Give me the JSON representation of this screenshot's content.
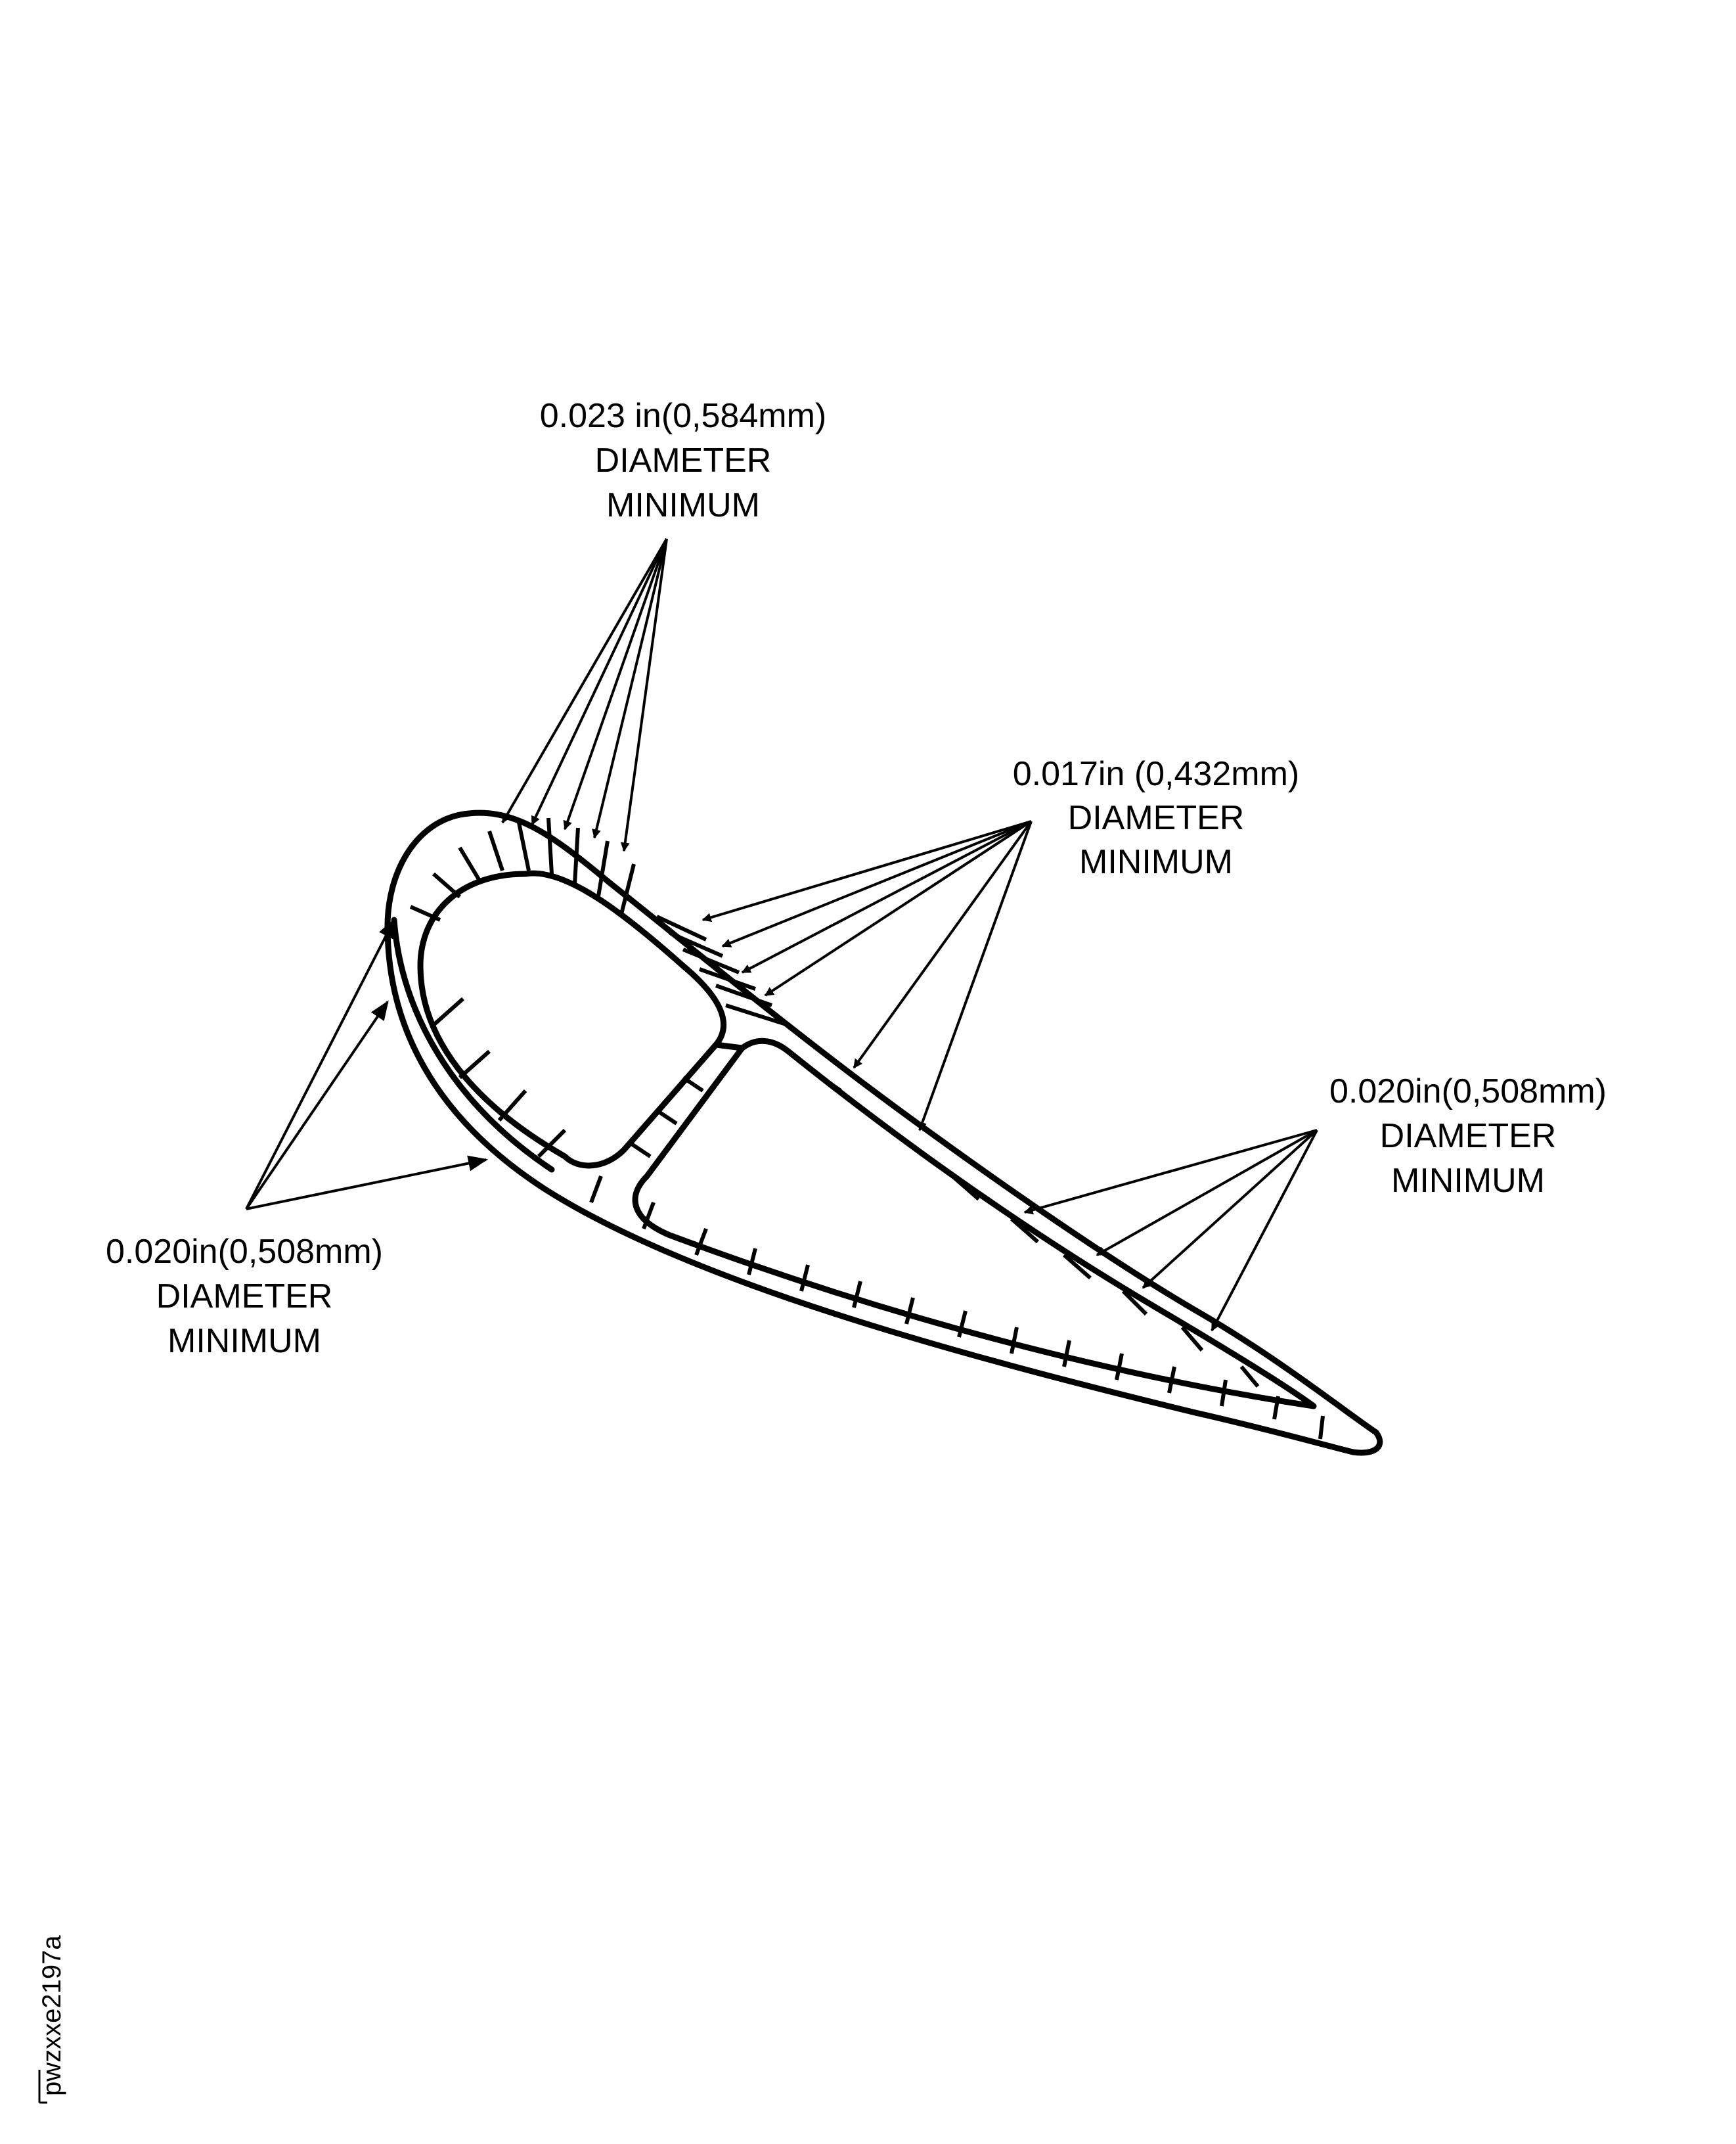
{
  "callouts": {
    "top": {
      "size": "0.023 in(0,584mm)",
      "line2": "DIAMETER",
      "line3": "MINIMUM"
    },
    "middle_right": {
      "size": "0.017in (0,432mm)",
      "line2": "DIAMETER",
      "line3": "MINIMUM"
    },
    "far_right": {
      "size": "0.020in(0,508mm)",
      "line2": "DIAMETER",
      "line3": "MINIMUM"
    },
    "left": {
      "size": "0.020in(0,508mm)",
      "line2": "DIAMETER",
      "line3": "MINIMUM"
    }
  },
  "figure_reference": "pwzxxe2197a",
  "colors": {
    "ink": "#000000",
    "background": "#ffffff"
  }
}
